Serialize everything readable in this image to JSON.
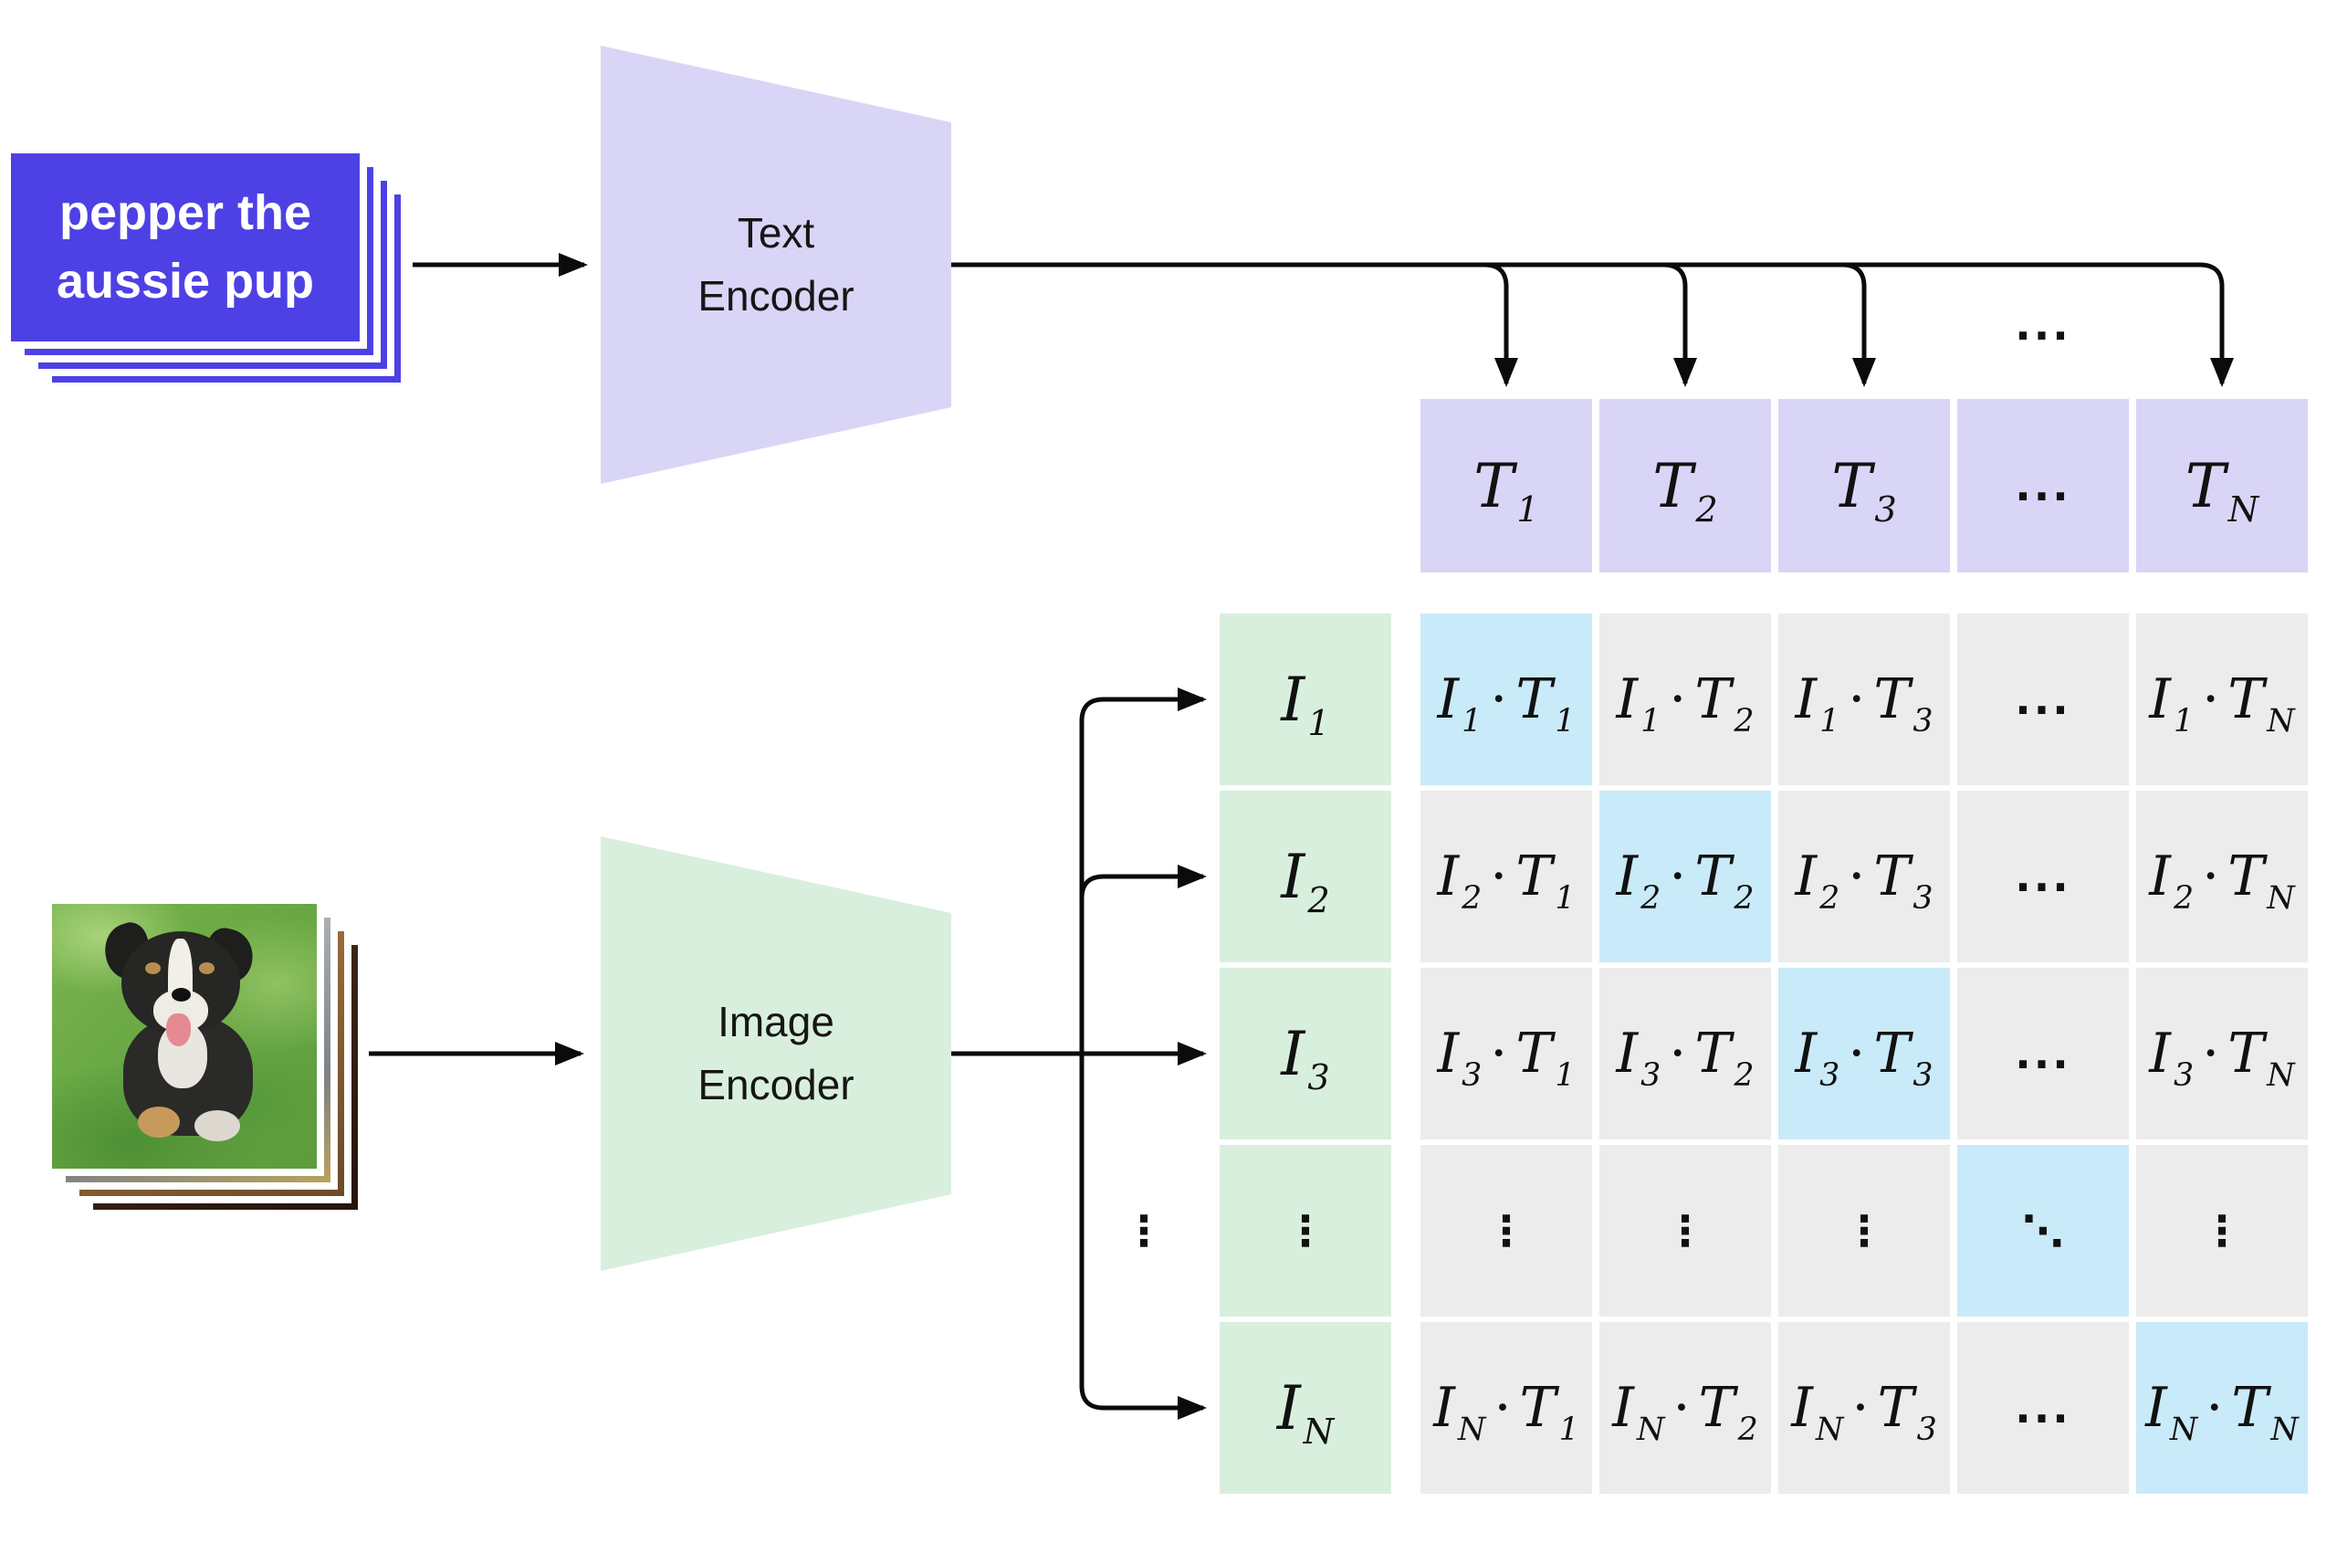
{
  "colors": {
    "canvas": "#ffffff",
    "query_purple": "#4d41e5",
    "lavender": "#d9d5f6",
    "green": "#d9efdd",
    "cyan": "#c9eaf8",
    "gray": "#ececec",
    "ink": "#0b0b0b"
  },
  "symbols": {
    "image_base": "I",
    "text_base": "T",
    "dot": "·",
    "vdots": "⋮",
    "ddots": "⋱",
    "hdots": "..."
  },
  "query": {
    "line1": "pepper the",
    "line2": "aussie pup"
  },
  "encoders": {
    "text": {
      "line1": "Text",
      "line2": "Encoder"
    },
    "image": {
      "line1": "Image",
      "line2": "Encoder"
    }
  },
  "top_row_ellipsis": "...",
  "side_ellipsis": "⋮",
  "t_row": {
    "cells": [
      {
        "sub": "1"
      },
      {
        "sub": "2"
      },
      {
        "sub": "3"
      },
      {
        "dots": "..."
      },
      {
        "sub": "N"
      }
    ]
  },
  "i_col": {
    "cells": [
      {
        "sub": "1"
      },
      {
        "sub": "2"
      },
      {
        "sub": "3"
      },
      {
        "dots": "⋮"
      },
      {
        "sub": "N"
      }
    ]
  },
  "matrix": {
    "rows": [
      {
        "cells": [
          {
            "i_sub": "1",
            "t_sub": "1",
            "hl": true
          },
          {
            "i_sub": "1",
            "t_sub": "2"
          },
          {
            "i_sub": "1",
            "t_sub": "3"
          },
          {
            "dots": "..."
          },
          {
            "i_sub": "1",
            "t_sub": "N"
          }
        ]
      },
      {
        "cells": [
          {
            "i_sub": "2",
            "t_sub": "1"
          },
          {
            "i_sub": "2",
            "t_sub": "2",
            "hl": true
          },
          {
            "i_sub": "2",
            "t_sub": "3"
          },
          {
            "dots": "..."
          },
          {
            "i_sub": "2",
            "t_sub": "N"
          }
        ]
      },
      {
        "cells": [
          {
            "i_sub": "3",
            "t_sub": "1"
          },
          {
            "i_sub": "3",
            "t_sub": "2"
          },
          {
            "i_sub": "3",
            "t_sub": "3",
            "hl": true
          },
          {
            "dots": "..."
          },
          {
            "i_sub": "3",
            "t_sub": "N"
          }
        ]
      },
      {
        "cells": [
          {
            "dots": "⋮"
          },
          {
            "dots": "⋮"
          },
          {
            "dots": "⋮"
          },
          {
            "dots": "⋱",
            "hl": true
          },
          {
            "dots": "⋮"
          }
        ]
      },
      {
        "cells": [
          {
            "i_sub": "N",
            "t_sub": "1"
          },
          {
            "i_sub": "N",
            "t_sub": "2"
          },
          {
            "i_sub": "N",
            "t_sub": "3"
          },
          {
            "dots": "..."
          },
          {
            "i_sub": "N",
            "t_sub": "N",
            "hl": true
          }
        ]
      }
    ]
  }
}
